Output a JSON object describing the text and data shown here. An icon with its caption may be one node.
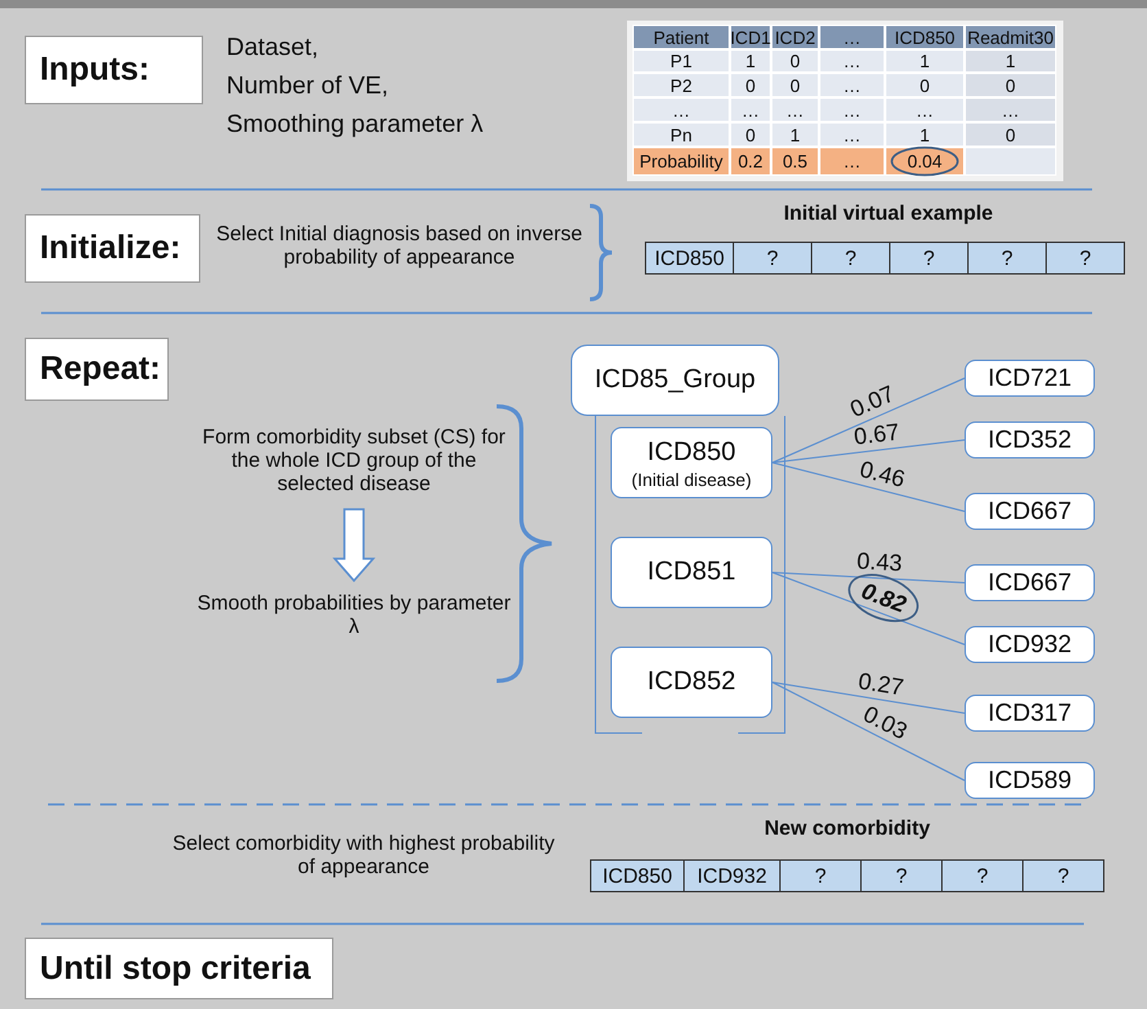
{
  "diagram": {
    "nodes": [
      {
        "text": [
          "Inputs:"
        ]
      },
      {
        "text": [
          "Initialize:"
        ]
      },
      {
        "text": [
          "Repeat:"
        ]
      },
      {
        "text": [
          "Until stop criteria"
        ]
      },
      {
        "text": [
          "ICD85_Group"
        ]
      },
      {
        "text": [
          "ICD850",
          "(Initial disease)"
        ]
      },
      {
        "text": [
          "ICD851"
        ]
      },
      {
        "text": [
          "ICD852"
        ]
      },
      {
        "text": [
          "ICD721"
        ]
      },
      {
        "text": [
          "ICD352"
        ]
      },
      {
        "text": [
          "ICD667"
        ]
      },
      {
        "text": [
          "ICD667"
        ]
      },
      {
        "text": [
          "ICD932"
        ]
      },
      {
        "text": [
          "ICD317"
        ]
      },
      {
        "text": [
          "ICD589"
        ]
      },
      {
        "text": [
          "Form comorbidity subset (CS) for the whole ICD group of the selected disease"
        ]
      },
      {
        "text": [
          "Smooth probabilities by parameter λ"
        ]
      }
    ],
    "edges": [
      {
        "from": 5,
        "to": 8,
        "arrow": "none",
        "label": "0.07"
      },
      {
        "from": 5,
        "to": 9,
        "arrow": "none",
        "label": "0.67"
      },
      {
        "from": 5,
        "to": 10,
        "arrow": "none",
        "label": "0.46"
      },
      {
        "from": 6,
        "to": 11,
        "arrow": "none",
        "label": "0.43"
      },
      {
        "from": 6,
        "to": 12,
        "arrow": "none",
        "label": "0.82"
      },
      {
        "from": 7,
        "to": 13,
        "arrow": "none",
        "label": "0.27"
      },
      {
        "from": 7,
        "to": 14,
        "arrow": "none",
        "label": "0.03"
      },
      {
        "from": 15,
        "to": 16,
        "arrow": "to",
        "style": "thick"
      }
    ],
    "labels": [
      "Dataset,",
      "Number of VE,",
      "Smoothing parameter λ",
      "Patient",
      "ICD1",
      "ICD2",
      "…",
      "ICD850",
      "Readmit30",
      "P1",
      "1",
      "0",
      "…",
      "1",
      "1",
      "P2",
      "0",
      "0",
      "…",
      "0",
      "0",
      "…",
      "…",
      "…",
      "…",
      "…",
      "…",
      "Pn",
      "0",
      "1",
      "…",
      "1",
      "0",
      "Probability",
      "0.2",
      "0.5",
      "…",
      "0.04",
      "Select Initial diagnosis based on inverse probability of appearance",
      "Initial virtual example",
      "ICD850",
      "?",
      "?",
      "?",
      "?",
      "?",
      "Select comorbidity with highest probability of appearance",
      "New comorbidity",
      "ICD850",
      "ICD932",
      "?",
      "?",
      "?",
      "?"
    ]
  }
}
